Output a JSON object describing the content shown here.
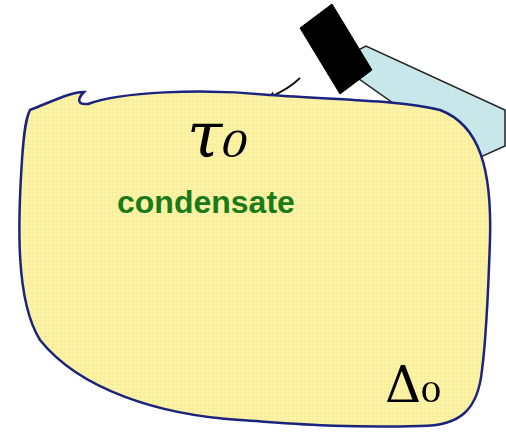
{
  "diagram": {
    "nodes": [
      {
        "text": [
          "τ₀",
          "condensate",
          "Δ₀"
        ]
      }
    ]
  }
}
